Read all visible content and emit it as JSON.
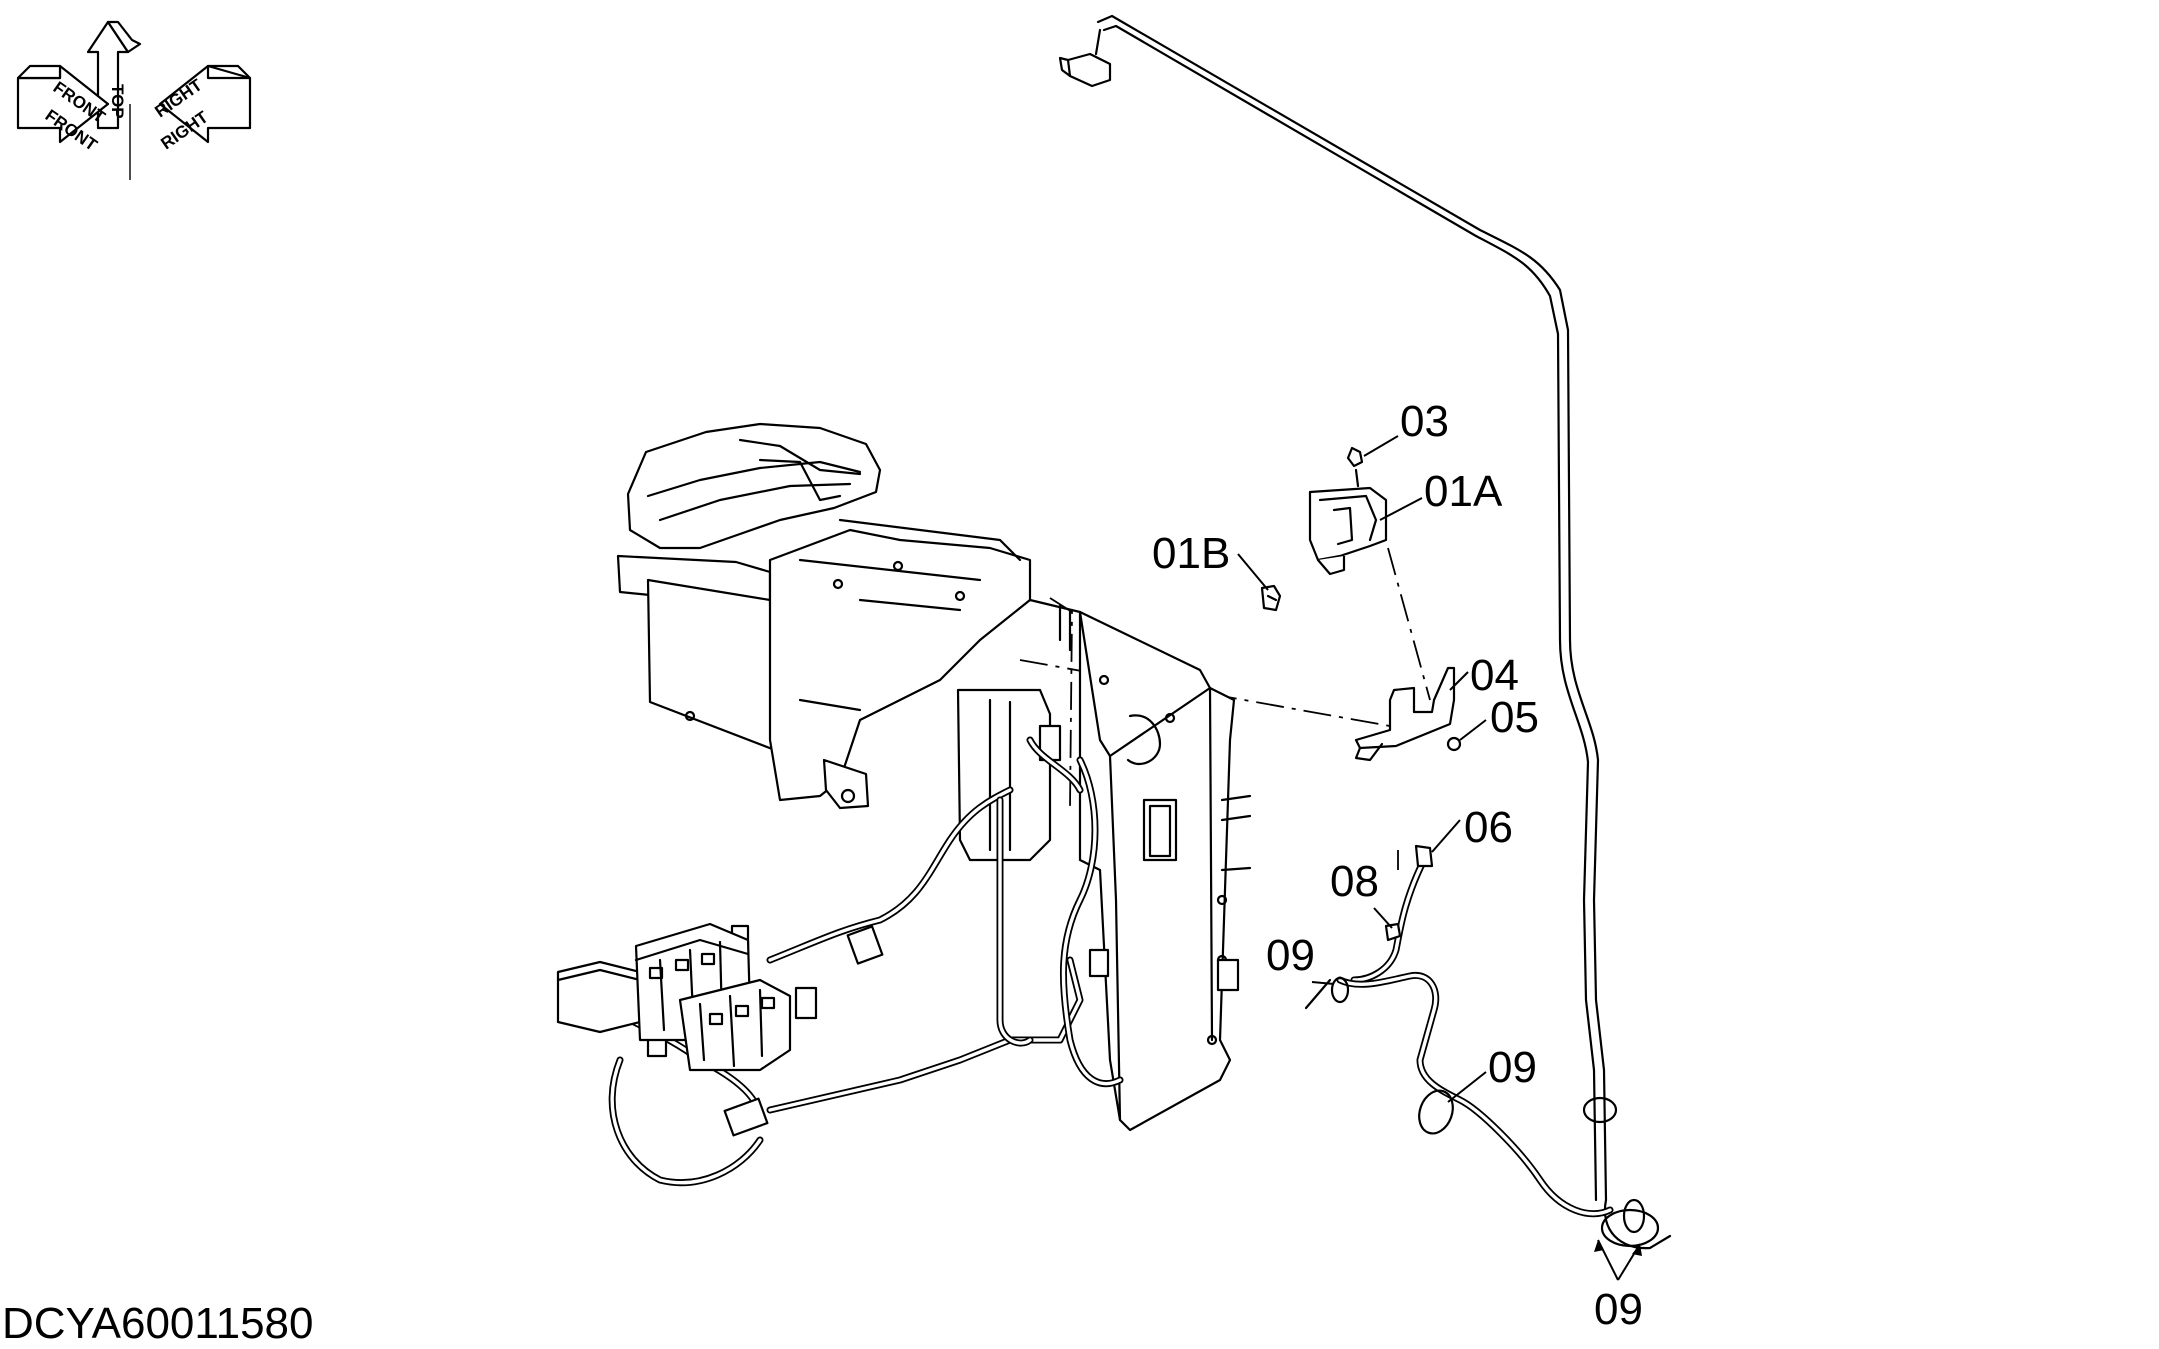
{
  "diagram": {
    "doc_id": "DCYA60011580",
    "orientation": {
      "top": "TOP",
      "front_a": "FRONT",
      "front_b": "FRONT",
      "right_a": "RIGHT",
      "right_b": "RIGHT"
    },
    "labels": {
      "p03": "03",
      "p01A": "01A",
      "p01B": "01B",
      "p04": "04",
      "p05": "05",
      "p06": "06",
      "p08": "08",
      "p09a": "09",
      "p09b": "09",
      "p09c": "09"
    }
  }
}
